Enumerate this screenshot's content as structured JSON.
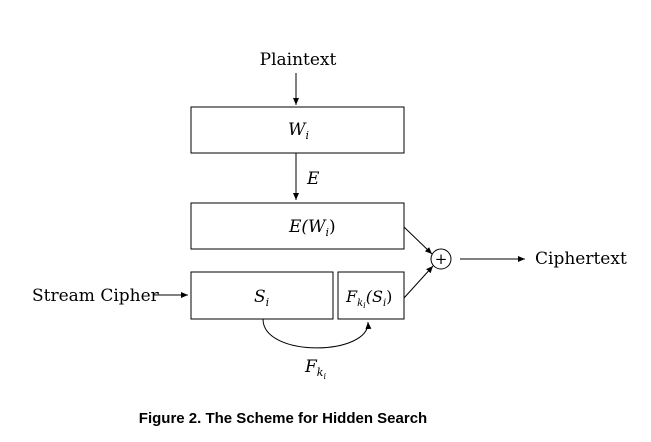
{
  "labels": {
    "plaintext": "Plaintext",
    "ciphertext": "Ciphertext",
    "stream_cipher": "Stream Cipher",
    "xor_symbol": "+"
  },
  "math": {
    "w": "W",
    "w_sub": "i",
    "e": "E",
    "ew_open": "E(W",
    "ew_sub": "i",
    "ew_close": ")",
    "s": "S",
    "s_sub": "i",
    "f": "F",
    "f_sub_k": "k",
    "f_sub_i": "i",
    "f_paren_open": "(S",
    "f_paren_sub": "i",
    "f_paren_close": ")",
    "fk_bottom": "F",
    "fk_bottom_sub_k": "k",
    "fk_bottom_sub_i": "i"
  },
  "caption": "Figure 2. The Scheme for Hidden Search"
}
